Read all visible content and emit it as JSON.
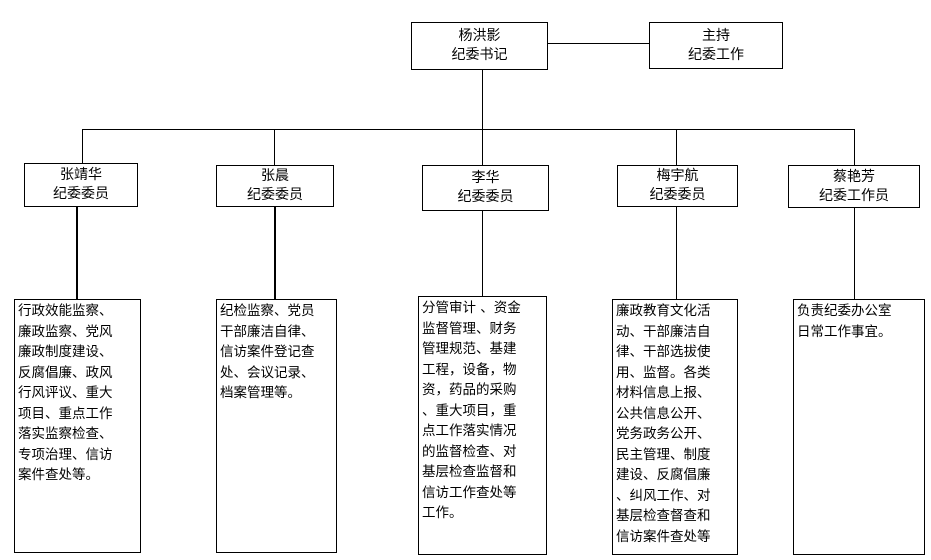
{
  "root": {
    "name": "杨洪影",
    "title": "纪委书记"
  },
  "side": {
    "line1": "主持",
    "line2": "纪委工作"
  },
  "members": [
    {
      "name": "张靖华",
      "title": "纪委委员",
      "duties": "行政效能监察、\n廉政监察、党风\n廉政制度建设、\n反腐倡廉、政风\n行风评议、重大\n项目、重点工作\n落实监察检查、\n专项治理、信访\n案件查处等。"
    },
    {
      "name": "张晨",
      "title": "纪委委员",
      "duties": "纪检监察、党员\n干部廉洁自律、\n信访案件登记查\n处、会议记录、\n档案管理等。"
    },
    {
      "name": "李华",
      "title": "纪委委员",
      "duties": "分管审计 、资金\n监督管理、财务\n管理规范、基建\n工程，设备，物\n资，药品的采购\n、重大项目，重\n点工作落实情况\n的监督检查、对\n基层检查监督和\n信访工作查处等\n工作。"
    },
    {
      "name": "梅宇航",
      "title": "纪委委员",
      "duties": "廉政教育文化活\n动、干部廉洁自\n律、干部选拔使\n用、监督。各类\n材料信息上报、\n公共信息公开、\n党务政务公开、\n民主管理、制度\n建设、反腐倡廉\n、纠风工作、对\n基层检查督查和\n信访案件查处等\n。"
    },
    {
      "name": "蔡艳芳",
      "title": "纪委工作员",
      "duties": "负责纪委办公室\n日常工作事宜。"
    }
  ]
}
